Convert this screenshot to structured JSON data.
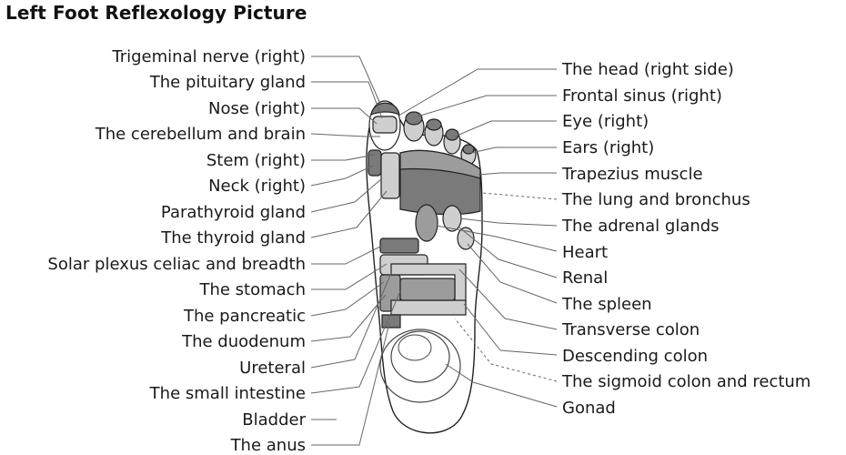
{
  "title": "Left Foot Reflexology Picture",
  "left_labels": [
    "Trigeminal nerve (right)",
    "The pituitary gland",
    "Nose (right)",
    "The cerebellum and brain",
    "Stem (right)",
    "Neck (right)",
    "Parathyroid gland",
    "The thyroid gland",
    "Solar plexus celiac and breadth",
    "The stomach",
    "The pancreatic",
    "The duodenum",
    "Ureteral",
    "The small intestine",
    "Bladder",
    "The anus"
  ],
  "right_labels": [
    "The head (right side)",
    "Frontal sinus (right)",
    "Eye (right)",
    "Ears (right)",
    "Trapezius muscle",
    "The lung and bronchus",
    "The adrenal glands",
    "Heart",
    "Renal",
    "The spleen",
    "Transverse colon",
    "Descending colon",
    "The sigmoid colon and rectum",
    "Gonad"
  ]
}
